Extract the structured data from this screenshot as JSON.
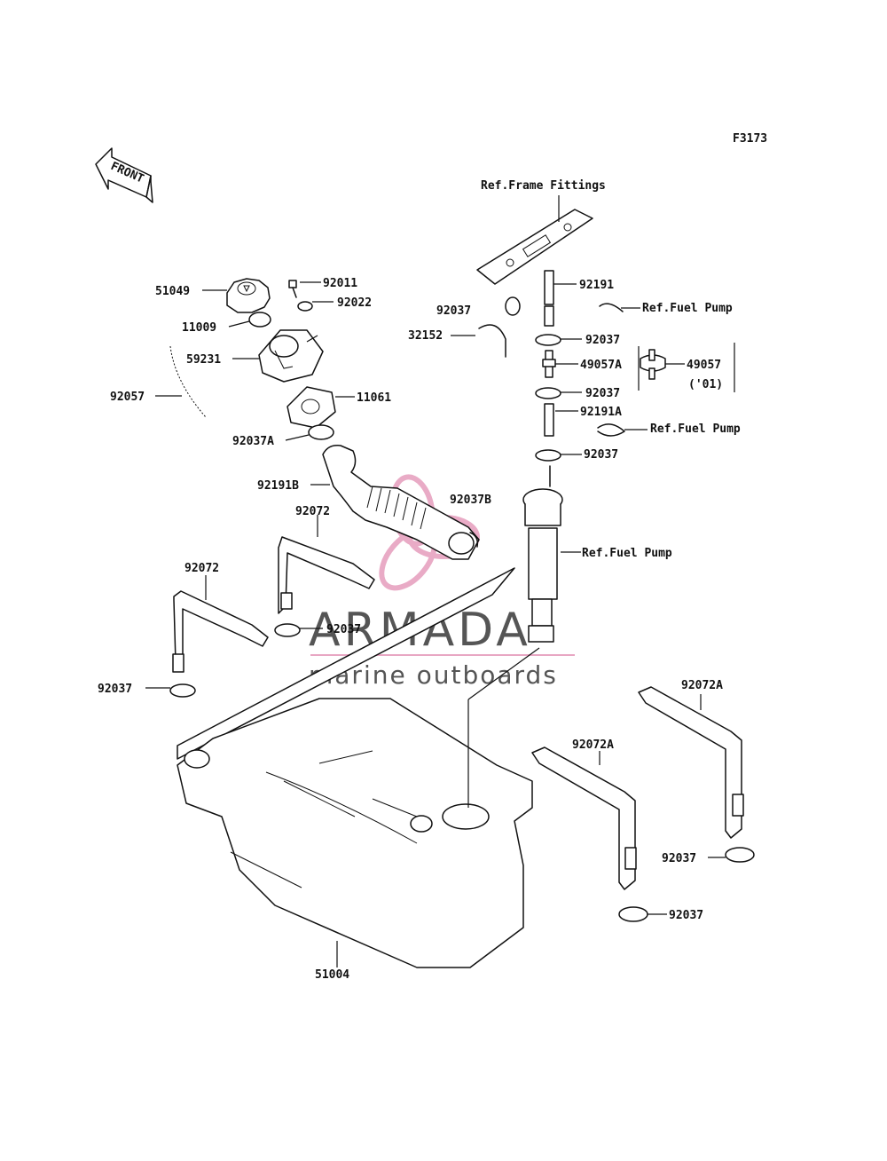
{
  "diagram": {
    "code": "F3173",
    "front_label": "FRONT",
    "labels": {
      "51049": "51049",
      "92011": "92011",
      "92022": "92022",
      "11009": "11009",
      "59231": "59231",
      "92057": "92057",
      "11061": "11061",
      "92037A": "92037A",
      "92191B": "92191B",
      "92037B": "92037B",
      "92072_mid": "92072",
      "92072_left": "92072",
      "92037_strapL": "92037",
      "92037_strapM": "92037",
      "51004": "51004",
      "ref_frame": "Ref.Frame Fittings",
      "92191": "92191",
      "92037_top": "92037",
      "32152": "32152",
      "ref_pump_1": "Ref.Fuel Pump",
      "92037_r1": "92037",
      "49057A": "49057A",
      "49057": "49057",
      "year_01": "('01)",
      "92037_r2": "92037",
      "92191A": "92191A",
      "ref_pump_2": "Ref.Fuel Pump",
      "92037_r3": "92037",
      "ref_pump_3": "Ref.Fuel Pump",
      "92072A_a": "92072A",
      "92072A_b": "92072A",
      "92037_ra": "92037",
      "92037_rb": "92037"
    }
  },
  "watermark": {
    "brand": "ARMADA",
    "tagline": "marine outboards",
    "logo_color": "#e8a7c3",
    "line_color": "#e8a7c3"
  }
}
